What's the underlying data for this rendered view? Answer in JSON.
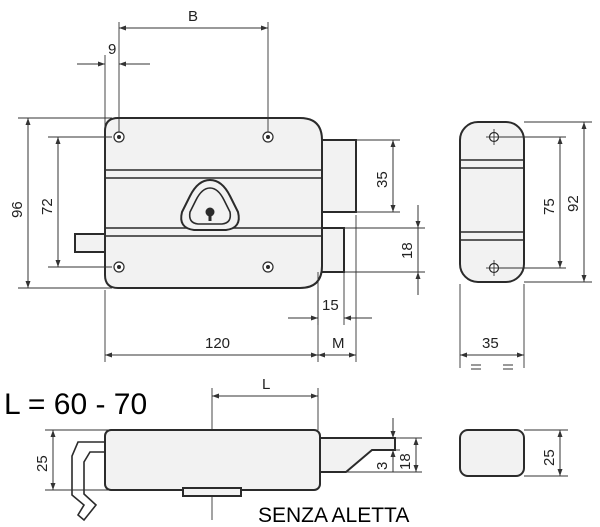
{
  "formula": "L = 60 - 70",
  "caption": "SENZA ALETTA",
  "dimensions": {
    "B": "B",
    "nine": "9",
    "ninetysix": "96",
    "seventytwo": "72",
    "thirtyfive_upper": "35",
    "eighteen_upper": "18",
    "fifteen": "15",
    "onetwenty": "120",
    "M": "M",
    "seventyfive": "75",
    "ninetytwo": "92",
    "thirtyfive_side": "35",
    "L": "L",
    "twentyfive_left": "25",
    "three": "3",
    "eighteen_lower": "18",
    "twentyfive_right": "25"
  }
}
